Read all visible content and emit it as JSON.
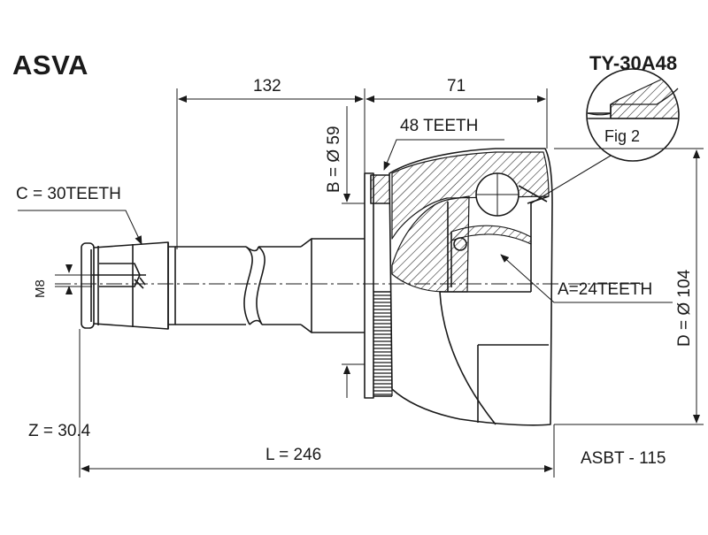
{
  "brand": "ASVA",
  "part_number": "TY-30A48",
  "catalog_code": "ASBT - 115",
  "figure_label": "Fig 2",
  "dimensions": {
    "shaft_length": "132",
    "housing_length": "71",
    "total_length": "L = 246",
    "abs_ring": "48 TEETH",
    "flange_diameter": "B = Ø 59",
    "outer_splines": "C = 30TEETH",
    "thread": "M8",
    "inner_splines": "A=24TEETH",
    "housing_diameter": "D = Ø 104",
    "offset": "Z = 30.4"
  },
  "colors": {
    "line": "#1a1a1a",
    "background": "#ffffff"
  }
}
